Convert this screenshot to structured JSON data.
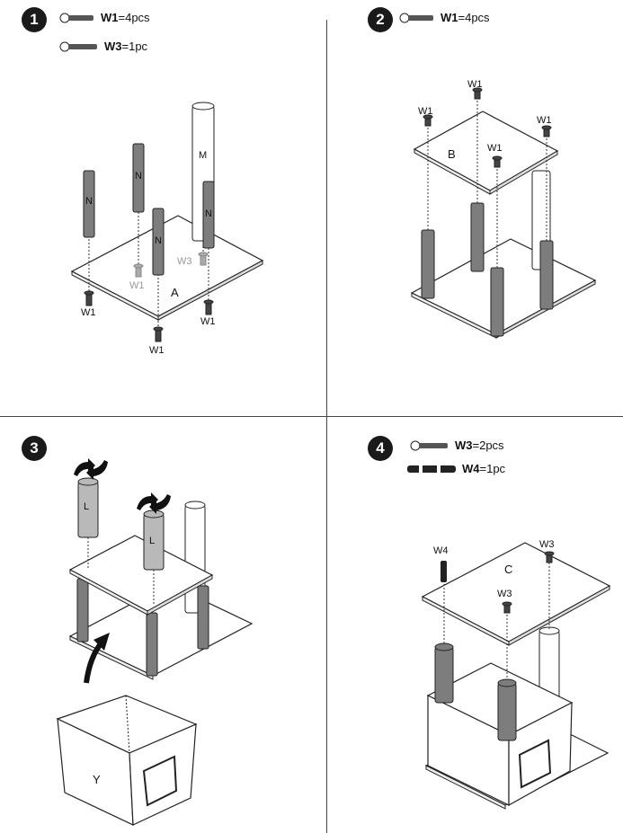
{
  "step1": {
    "number": "1",
    "parts": [
      {
        "code": "W1",
        "qty": "=4pcs"
      },
      {
        "code": "W3",
        "qty": "=1pc"
      }
    ],
    "labels": {
      "panel": "A",
      "post_m": "M",
      "post_n": "N",
      "screw_w1": "W1",
      "screw_w3": "W3"
    }
  },
  "step2": {
    "number": "2",
    "parts": [
      {
        "code": "W1",
        "qty": "=4pcs"
      }
    ],
    "labels": {
      "panel": "B",
      "screw_w1": "W1"
    }
  },
  "step3": {
    "number": "3",
    "labels": {
      "post_l": "L",
      "box": "Y"
    }
  },
  "step4": {
    "number": "4",
    "parts": [
      {
        "code": "W3",
        "qty": "=2pcs"
      },
      {
        "code": "W4",
        "qty": "=1pc"
      }
    ],
    "labels": {
      "panel": "C",
      "screw_w3": "W3",
      "pin_w4": "W4"
    }
  }
}
